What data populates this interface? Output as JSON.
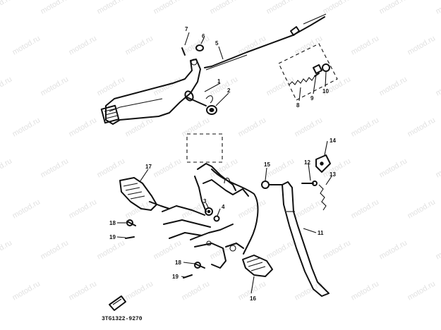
{
  "diagram": {
    "callouts": [
      "1",
      "2",
      "3",
      "4",
      "5",
      "6",
      "7",
      "8",
      "9",
      "10",
      "11",
      "12",
      "13",
      "14",
      "15",
      "16",
      "17",
      "18",
      "19",
      "18",
      "19"
    ],
    "drawing_code": "3TG1322-9270",
    "watermark": "motod.ru"
  }
}
